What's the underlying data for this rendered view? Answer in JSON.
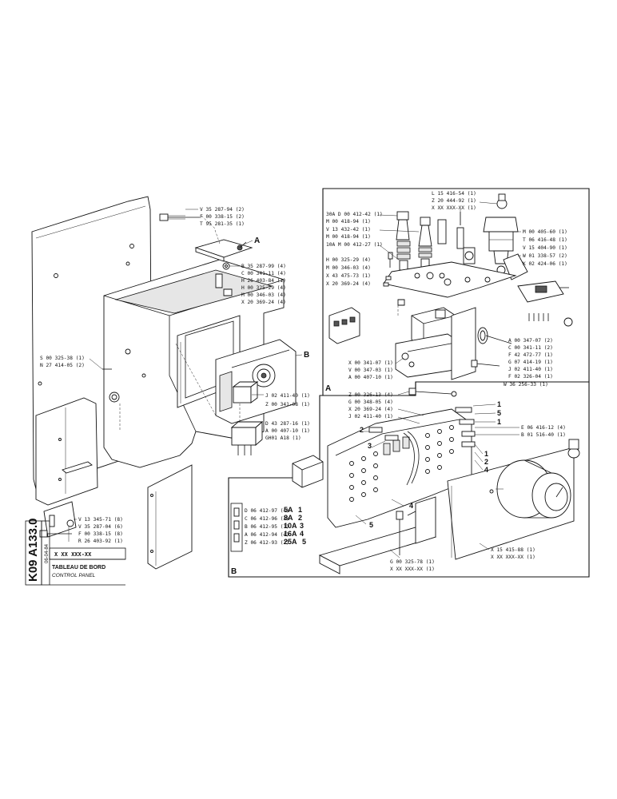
{
  "title_block": {
    "drawing_number": "K09 A133.0",
    "date": "06-04-84",
    "ref_code": "X XX XXX-XX",
    "title_fr": "TABLEAU DE BORD",
    "title_en": "CONTROL PANEL"
  },
  "view_tags": {
    "a": "A",
    "b": "B"
  },
  "main_labels": [
    "V 35 287-94 (2)",
    "F 00 338-15 (2)",
    "T 95 281-35 (1)",
    "B 35 287-99 (4)",
    "C 00 341-11 (4)",
    "H 26 403-84 (1)",
    "H 00 325-29 (4)",
    "M 00 346-03 (4)",
    "X 20 369-24 (4)",
    "S 00 325-38 (1)",
    "N 27 414-05 (2)",
    "J 02 411-40 (1)",
    "Z 00 341-08 (1)",
    "D 43 287-16 (1)",
    "A 00 407-10 (1)",
    "GH01 A18 (1)",
    "V 13 345-71 (8)",
    "V 35 287-04 (6)",
    "F 00 338-15 (8)",
    "R 26 403-92 (1)"
  ],
  "detail_a": {
    "labels_left": [
      "30A D 00 412-42 (1)",
      "M 00 418-94 (1)",
      "V 13 432-42 (1)",
      "M 00 418-94 (1)",
      "10A M 00 412-27 (1)",
      "H 00 325-29 (4)",
      "M 00 346-03 (4)",
      "X 43 475-73 (1)",
      "X 20 369-24 (4)"
    ],
    "labels_top": [
      "L 15 416-54 (1)",
      "Z 20 444-92 (1)",
      "X XX XXX-XX (1)"
    ],
    "labels_right": [
      "M 00 405-60 (1)",
      "T 06 416-48 (1)",
      "V 15 404-90 (1)",
      "W 01 338-57 (2)",
      "K 02 424-06 (1)"
    ],
    "labels_lower_right": [
      "A 00 347-07 (2)",
      "C 00 341-11 (2)",
      "F 42 472-77 (1)",
      "G 07 414-19 (1)",
      "J 02 411-40 (1)",
      "F 02 326-04 (1)",
      "W 36 256-33 (1)"
    ],
    "labels_lower_left": [
      "X 00 341-07 (1)",
      "V 00 347-03 (1)",
      "A 00 407-10 (1)"
    ]
  },
  "detail_b": {
    "labels_top": [
      "Z 00 326-13 (4)",
      "G 00 348-05 (4)",
      "X 20 369-24 (4)",
      "J 02 411-40 (1)"
    ],
    "labels_right": [
      "E 06 416-12 (4)",
      "B 01 516-40 (1)"
    ],
    "labels_bottom_right": [
      "X 15 415-88 (1)",
      "X XX XXX-XX (1)"
    ],
    "labels_bottom": [
      "G 00 325-78 (1)",
      "X XX XXX-XX (1)"
    ],
    "fuse_list": [
      {
        "code": "D 06 412-97 (4)",
        "rating": "5A",
        "index": "1"
      },
      {
        "code": "C 06 412-96 (3)",
        "rating": "8A",
        "index": "2"
      },
      {
        "code": "B 06 412-95 (1)",
        "rating": "10A",
        "index": "3"
      },
      {
        "code": "A 06 412-94 (4)",
        "rating": "16A",
        "index": "4"
      },
      {
        "code": "Z 06 412-93 (2)",
        "rating": "25A",
        "index": "5"
      }
    ],
    "callout_numbers": [
      "1",
      "2",
      "3",
      "4",
      "5"
    ]
  }
}
